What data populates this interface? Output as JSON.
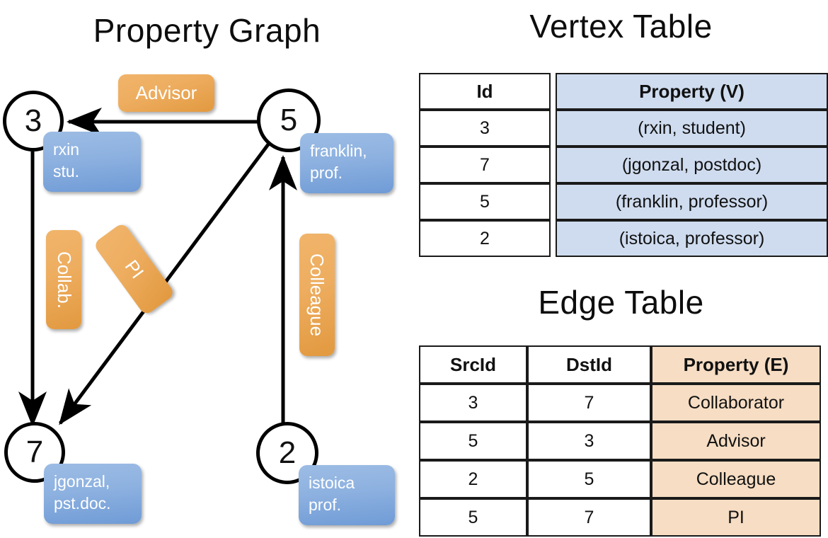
{
  "titles": {
    "graph": "Property Graph",
    "vertex": "Vertex Table",
    "edge": "Edge Table"
  },
  "graph": {
    "vertices": [
      {
        "id": "3",
        "property_line1": "rxin",
        "property_line2": "stu."
      },
      {
        "id": "5",
        "property_line1": "franklin,",
        "property_line2": "prof."
      },
      {
        "id": "7",
        "property_line1": "jgonzal,",
        "property_line2": "pst.doc."
      },
      {
        "id": "2",
        "property_line1": "istoica",
        "property_line2": "prof."
      }
    ],
    "edge_labels": [
      {
        "name": "advisor-label",
        "text": "Advisor"
      },
      {
        "name": "collab-label",
        "text": "Collab."
      },
      {
        "name": "pi-label",
        "text": "PI"
      },
      {
        "name": "colleague-label",
        "text": "Colleague"
      }
    ]
  },
  "vertex_table": {
    "headers": [
      "Id",
      "Property (V)"
    ],
    "rows": [
      {
        "id": "3",
        "property": "(rxin, student)"
      },
      {
        "id": "7",
        "property": "(jgonzal, postdoc)"
      },
      {
        "id": "5",
        "property": "(franklin, professor)"
      },
      {
        "id": "2",
        "property": "(istoica, professor)"
      }
    ]
  },
  "edge_table": {
    "headers": [
      "SrcId",
      "DstId",
      "Property (E)"
    ],
    "rows": [
      {
        "src": "3",
        "dst": "7",
        "property": "Collaborator"
      },
      {
        "src": "5",
        "dst": "3",
        "property": "Advisor"
      },
      {
        "src": "2",
        "dst": "5",
        "property": "Colleague"
      },
      {
        "src": "5",
        "dst": "7",
        "property": "PI"
      }
    ]
  },
  "colors": {
    "vertex_property_fill": "#8db1e0",
    "edge_property_fill": "#eeae61",
    "vertex_table_highlight": "#cfdcef",
    "edge_table_highlight": "#f6ddc3",
    "stroke": "#000000"
  }
}
